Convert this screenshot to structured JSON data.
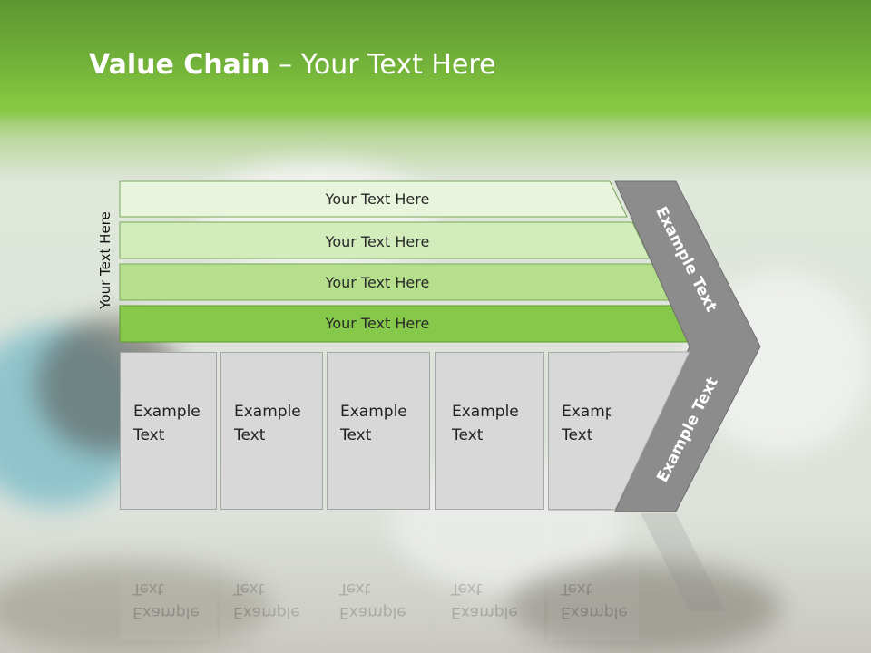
{
  "title": {
    "bold": "Value Chain",
    "rest": " – Your Text Here"
  },
  "side_label": "Your Text Here",
  "bars": [
    {
      "label": "Your Text Here",
      "color": "#e8f4dc"
    },
    {
      "label": "Your Text Here",
      "color": "#d3ecbc"
    },
    {
      "label": "Your Text Here",
      "color": "#b5df8d"
    },
    {
      "label": "Your Text Here",
      "color": "#86c84a"
    }
  ],
  "arrow": {
    "top_label": "Example Text",
    "bottom_label": "Example Text",
    "color": "#8c8c8c"
  },
  "boxes": [
    {
      "line1": "Example",
      "line2": "Text"
    },
    {
      "line1": "Example",
      "line2": "Text"
    },
    {
      "line1": "Example",
      "line2": "Text"
    },
    {
      "line1": "Example",
      "line2": "Text"
    },
    {
      "line1": "Example",
      "line2": "Text"
    }
  ]
}
